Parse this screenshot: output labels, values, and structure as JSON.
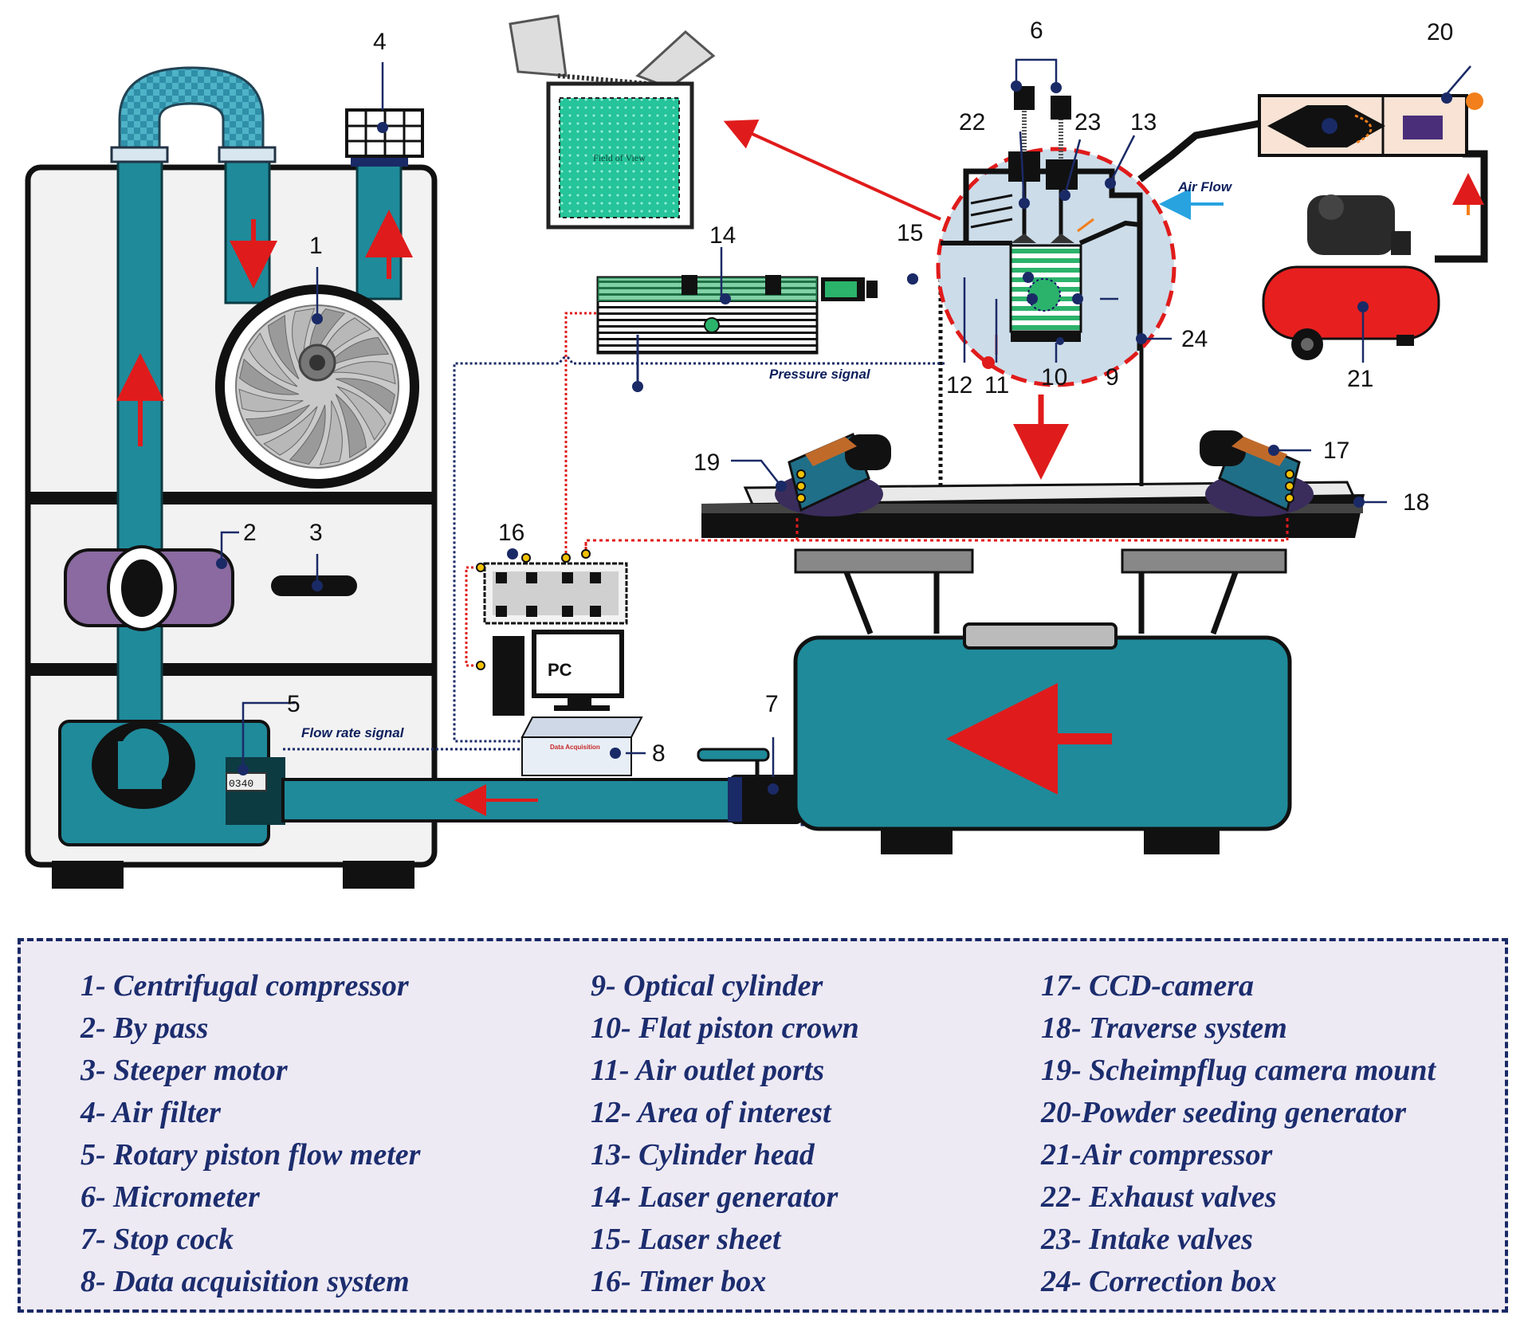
{
  "labels": {
    "n1": "1",
    "n2": "2",
    "n3": "3",
    "n4": "4",
    "n5": "5",
    "n6": "6",
    "n7": "7",
    "n8": "8",
    "n9": "9",
    "n10": "10",
    "n11": "11",
    "n12": "12",
    "n13": "13",
    "n14": "14",
    "n15": "15",
    "n16": "16",
    "n17": "17",
    "n18": "18",
    "n19": "19",
    "n20": "20",
    "n21": "21",
    "n22": "22",
    "n23": "23",
    "n24": "24"
  },
  "signals": {
    "pressure": "Pressure signal",
    "flow_rate": "Flow rate signal",
    "air_flow": "Air Flow"
  },
  "pc_label": "PC",
  "daq_label": "Data Acquisition",
  "field_of_view": "Field of View",
  "meter_reading": "0340",
  "legend": {
    "col1": [
      "1- Centrifugal compressor",
      "2- By pass",
      "3- Steeper motor",
      "4- Air filter",
      "5- Rotary piston flow meter",
      "6- Micrometer",
      "7- Stop cock",
      "8- Data acquisition system"
    ],
    "col2": [
      "9- Optical cylinder",
      "10- Flat piston crown",
      "11- Air outlet ports",
      "12- Area of interest",
      "13- Cylinder head",
      "14- Laser generator",
      "15- Laser sheet",
      "16- Timer box"
    ],
    "col3": [
      "17- CCD-camera",
      "18- Traverse system",
      "19- Scheimpflug camera mount",
      "20-Powder seeding generator",
      "21-Air compressor",
      "22- Exhaust valves",
      "23- Intake valves",
      "24- Correction box"
    ]
  },
  "colors": {
    "teal": "#1f8a9a",
    "red_arrow": "#e01b1b",
    "legend_text": "#1c2d6e",
    "legend_border": "#1a2a66",
    "legend_bg": "#eeeaf4"
  }
}
